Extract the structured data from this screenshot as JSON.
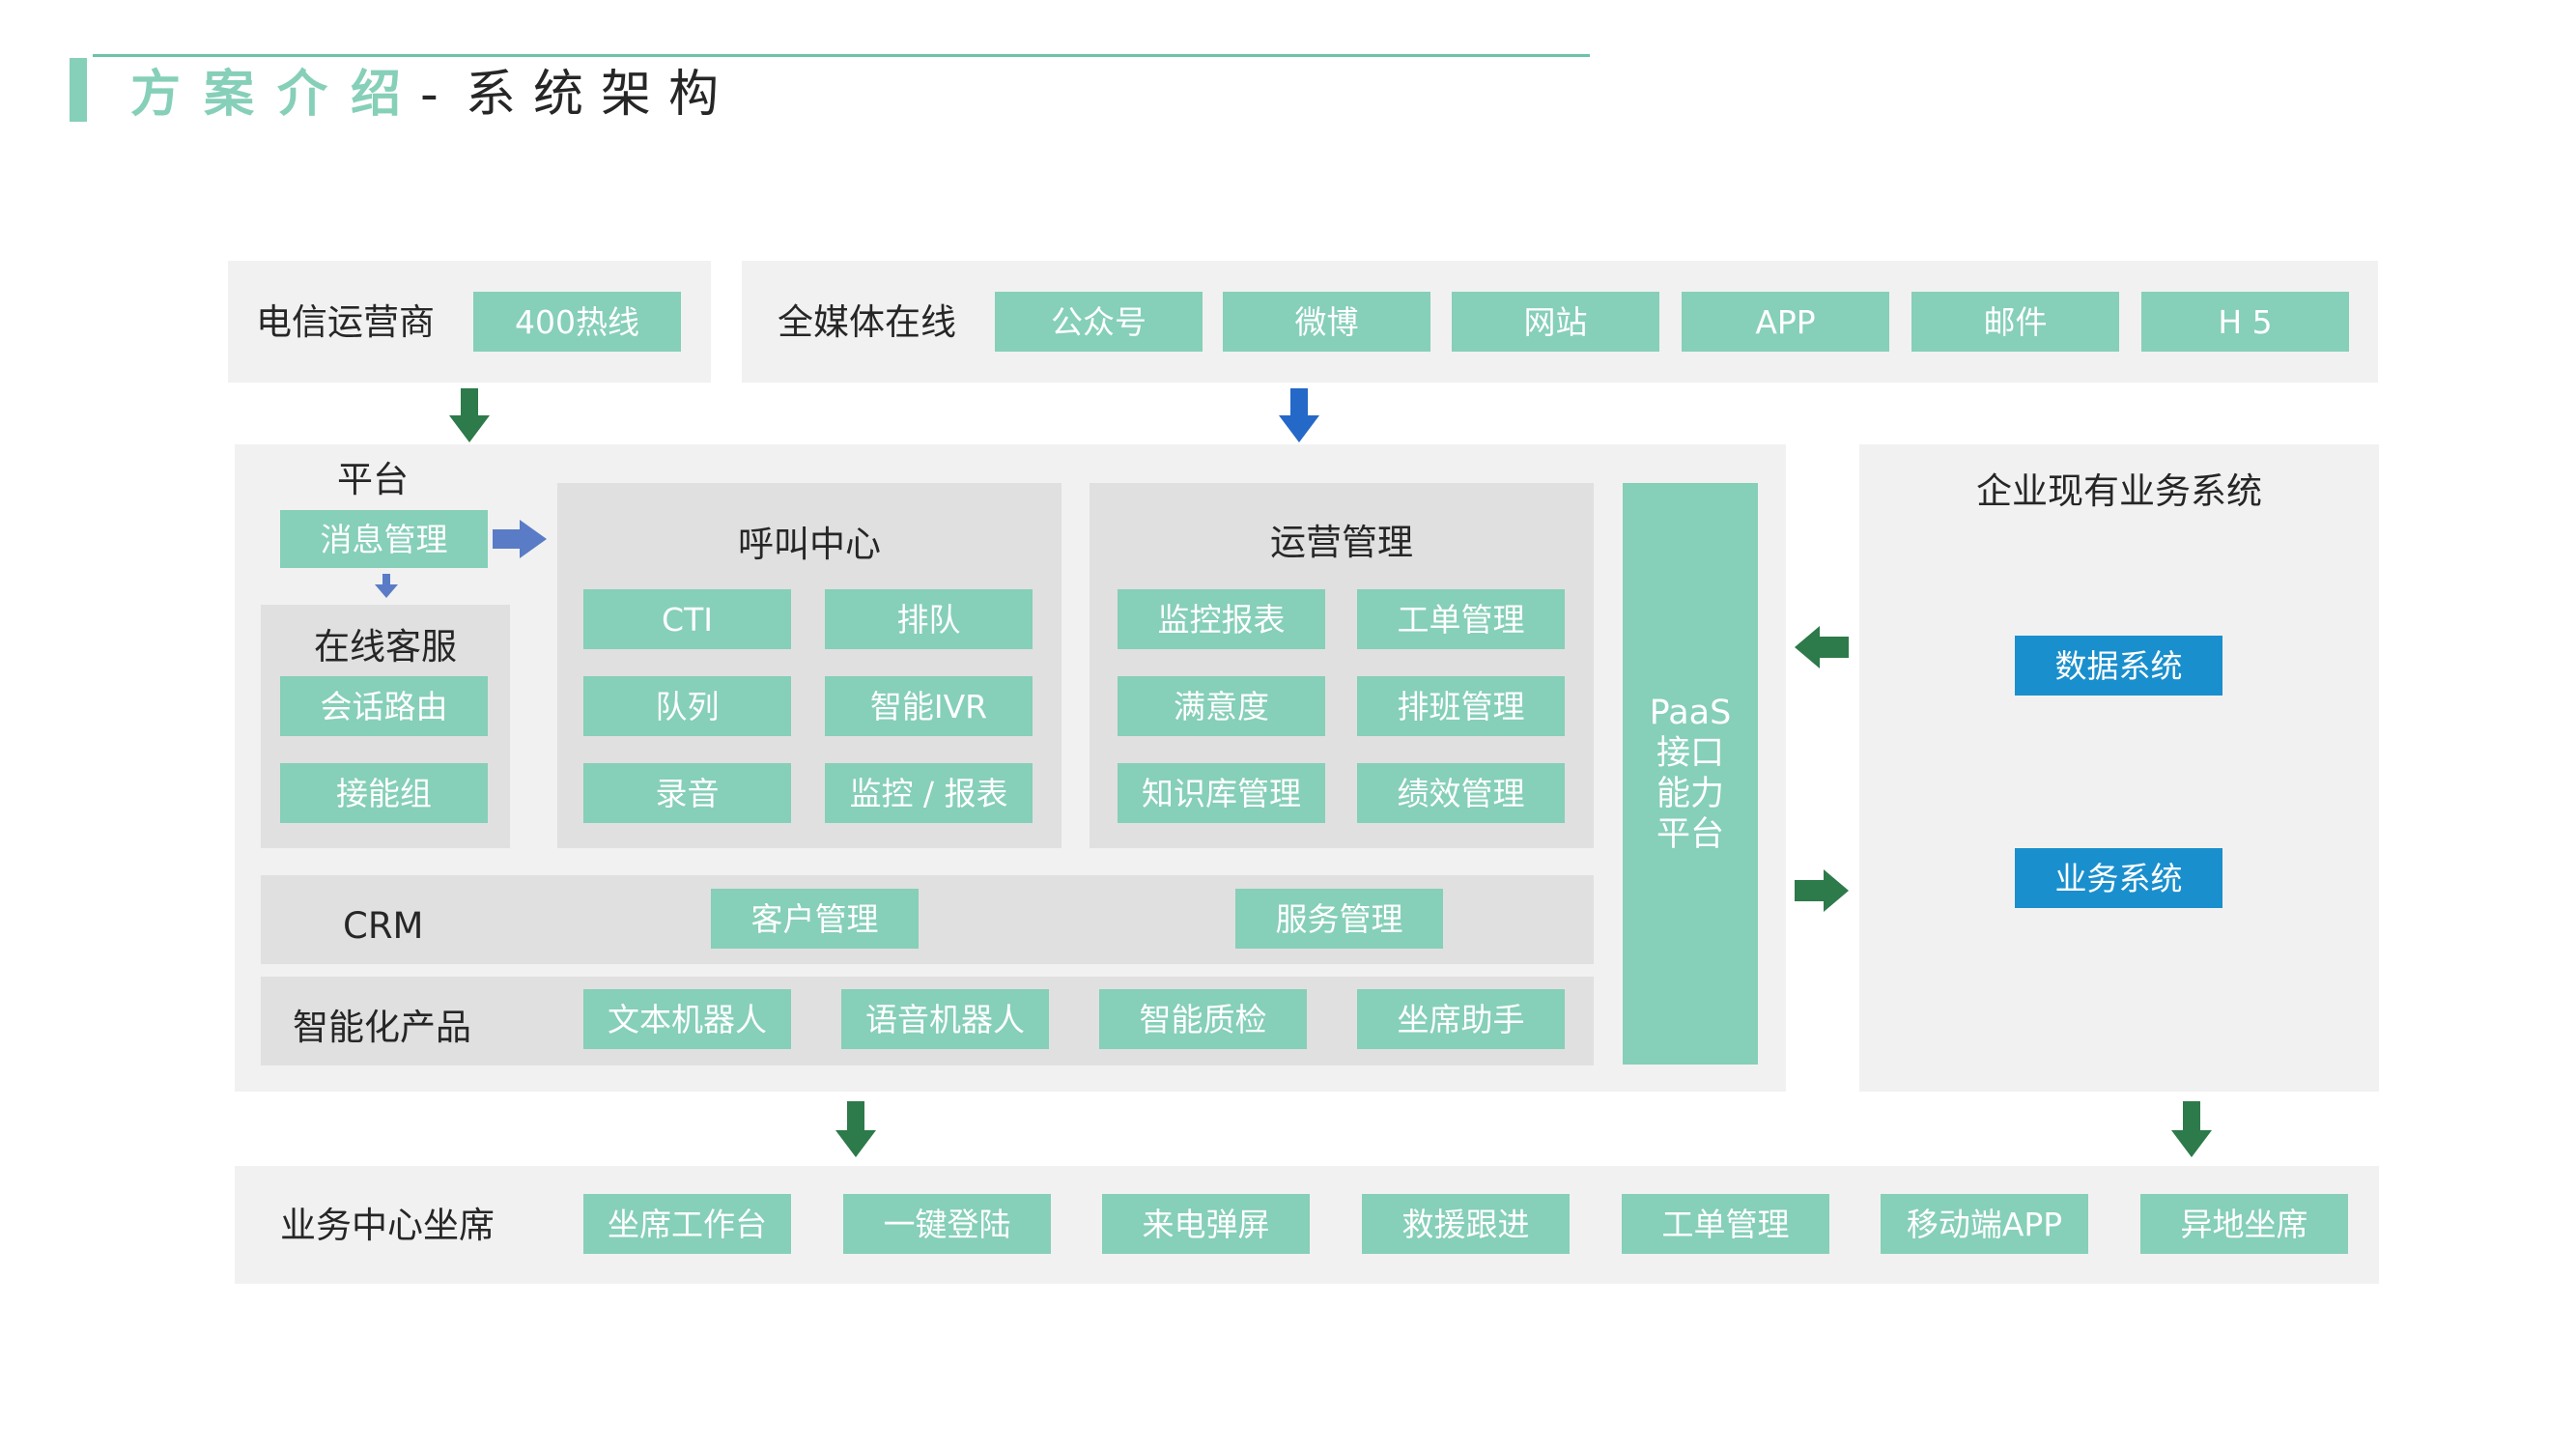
{
  "title": {
    "main": "方案介绍",
    "separator": "-",
    "sub": "系统架构"
  },
  "telecom": {
    "label": "电信运营商",
    "items": [
      "400热线"
    ]
  },
  "allmedia": {
    "label": "全媒体在线",
    "items": [
      "公众号",
      "微博",
      "网站",
      "APP",
      "邮件",
      "H 5"
    ]
  },
  "platform": {
    "label": "平台",
    "message_mgmt": "消息管理",
    "online_service": {
      "label": "在线客服",
      "items": [
        "会话路由",
        "接能组"
      ]
    },
    "call_center": {
      "label": "呼叫中心",
      "items": [
        "CTI",
        "排队",
        "队列",
        "智能IVR",
        "录音",
        "监控 / 报表"
      ]
    },
    "operations": {
      "label": "运营管理",
      "items": [
        "监控报表",
        "工单管理",
        "满意度",
        "排班管理",
        "知识库管理",
        "绩效管理"
      ]
    },
    "crm": {
      "label": "CRM",
      "items": [
        "客户管理",
        "服务管理"
      ]
    },
    "smart": {
      "label": "智能化产品",
      "items": [
        "文本机器人",
        "语音机器人",
        "智能质检",
        "坐席助手"
      ]
    },
    "paas_lines": [
      "PaaS",
      "接口",
      "能力",
      "平台"
    ]
  },
  "enterprise": {
    "label": "企业现有业务系统",
    "items": [
      "数据系统",
      "业务系统"
    ]
  },
  "business_center": {
    "label": "业务中心坐席",
    "items": [
      "坐席工作台",
      "一键登陆",
      "来电弹屏",
      "救援跟进",
      "工单管理",
      "移动端APP",
      "异地坐席"
    ]
  },
  "colors": {
    "accent_green": "#86cfb8",
    "blue_chip": "#1a8fcd",
    "arrow_dark_green": "#2d7a4a",
    "arrow_blue": "#2468c8",
    "arrow_purple": "#5a7cc6",
    "panel_bg": "#f1f1f1",
    "inner_bg": "#e0e0e0"
  }
}
